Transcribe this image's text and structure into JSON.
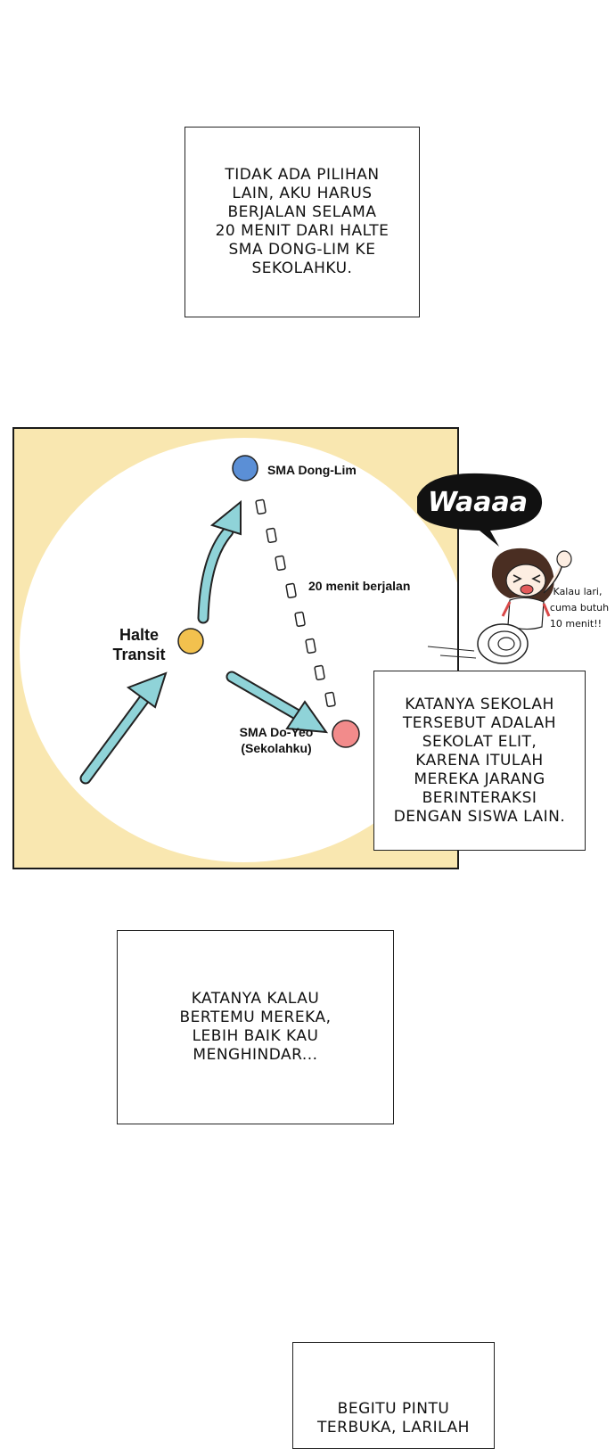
{
  "captions": [
    {
      "text": "TIDAK ADA PILIHAN\nLAIN, AKU HARUS\nBERJALAN SELAMA\n20 MENIT DARI HALTE\nSMA DONG-LIM KE\nSEKOLAHKU."
    },
    {
      "text": "KATANYA SEKOLAH\nTERSEBUT ADALAH\nSEKOLAT ELIT,\nKARENA ITULAH\nMEREKA JARANG\nBERINTERAKSI\nDENGAN SISWA LAIN."
    },
    {
      "text": "KATANYA KALAU\nBERTEMU MEREKA,\nLEBIH BAIK KAU\nMENGHINDAR..."
    },
    {
      "text": "BEGITU PINTU\nTERBUKA, LARILAH"
    }
  ],
  "map": {
    "halte_line1": "Halte",
    "halte_line2": "Transit",
    "dong_lim": "SMA Dong-Lim",
    "do_yeo_line1": "SMA Do-Yeo",
    "do_yeo_line2": "(Sekolahku)",
    "walk_label": "20 menit berjalan",
    "colors": {
      "background": "#f9e7b0",
      "circle": "#ffffff",
      "arrow": "#8fd3d8",
      "dong_lim_dot": "#5b8fd6",
      "halte_dot": "#f2c14e",
      "do_yeo_dot": "#f28b8b"
    }
  },
  "character": {
    "shout": "Waaaa",
    "note_line1": "Kalau lari,",
    "note_line2": "cuma butuh",
    "note_line3": "10 menit!!"
  }
}
